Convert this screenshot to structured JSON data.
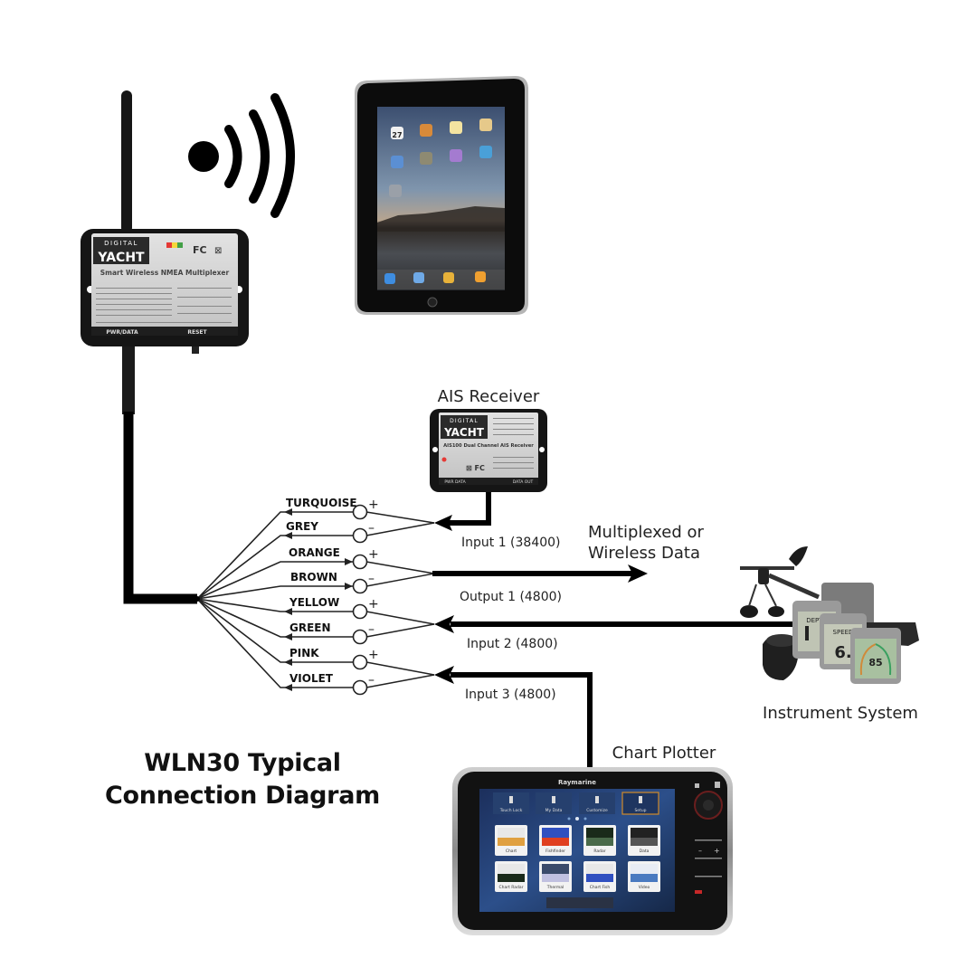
{
  "diagram": {
    "title_line1": "WLN30 Typical",
    "title_line2": "Connection Diagram"
  },
  "multiplexer": {
    "brand_top": "DIGITAL",
    "brand_main": "YACHT",
    "product_name": "Smart Wireless NMEA Multiplexer",
    "label_left": "PWR/DATA",
    "label_right": "RESET",
    "cert": "FC"
  },
  "ais_receiver": {
    "caption": "AIS Receiver",
    "brand_top": "DIGITAL",
    "brand_main": "YACHT",
    "product_name": "AIS100 Dual Channel AIS Receiver",
    "label_left": "PWR DATA",
    "label_right": "DATA OUT"
  },
  "tablet": {
    "name": "iPad",
    "calendar_day": "27"
  },
  "wires": [
    {
      "color_name": "TURQUOISE",
      "polarity": "+",
      "direction": "out"
    },
    {
      "color_name": "GREY",
      "polarity": "–",
      "direction": "out"
    },
    {
      "color_name": "ORANGE",
      "polarity": "+",
      "direction": "in"
    },
    {
      "color_name": "BROWN",
      "polarity": "–",
      "direction": "in"
    },
    {
      "color_name": "YELLOW",
      "polarity": "+",
      "direction": "out"
    },
    {
      "color_name": "GREEN",
      "polarity": "–",
      "direction": "out"
    },
    {
      "color_name": "PINK",
      "polarity": "+",
      "direction": "out"
    },
    {
      "color_name": "VIOLET",
      "polarity": "–",
      "direction": "out"
    }
  ],
  "ports": {
    "input1": "Input 1 (38400)",
    "output1": "Output 1 (4800)",
    "input2": "Input 2 (4800)",
    "input3": "Input 3 (4800)"
  },
  "output_destination": {
    "line1": "Multiplexed or",
    "line2": "Wireless Data"
  },
  "instrument_system": {
    "caption": "Instrument System",
    "display1": "DEPTH",
    "display2": "SPEED",
    "display2_value": "6.",
    "display3_value": "85"
  },
  "chart_plotter": {
    "caption": "Chart Plotter",
    "brand": "Raymarine",
    "top_menu": [
      "Touch Lock",
      "My Data",
      "Customize",
      "Setup"
    ],
    "apps": [
      "Chart",
      "Fishfinder",
      "Radar",
      "Data",
      "Chart Radar",
      "Thermal",
      "Chart Fish",
      "Video"
    ]
  },
  "colors": {
    "line": "#111111",
    "device_body": "#1a1a1a",
    "label_panel": "#d4d4d4",
    "led_red": "#e53935",
    "led_yellow": "#f6d63a",
    "led_green": "#43a047",
    "plotter_screen": "#1f3f78"
  }
}
